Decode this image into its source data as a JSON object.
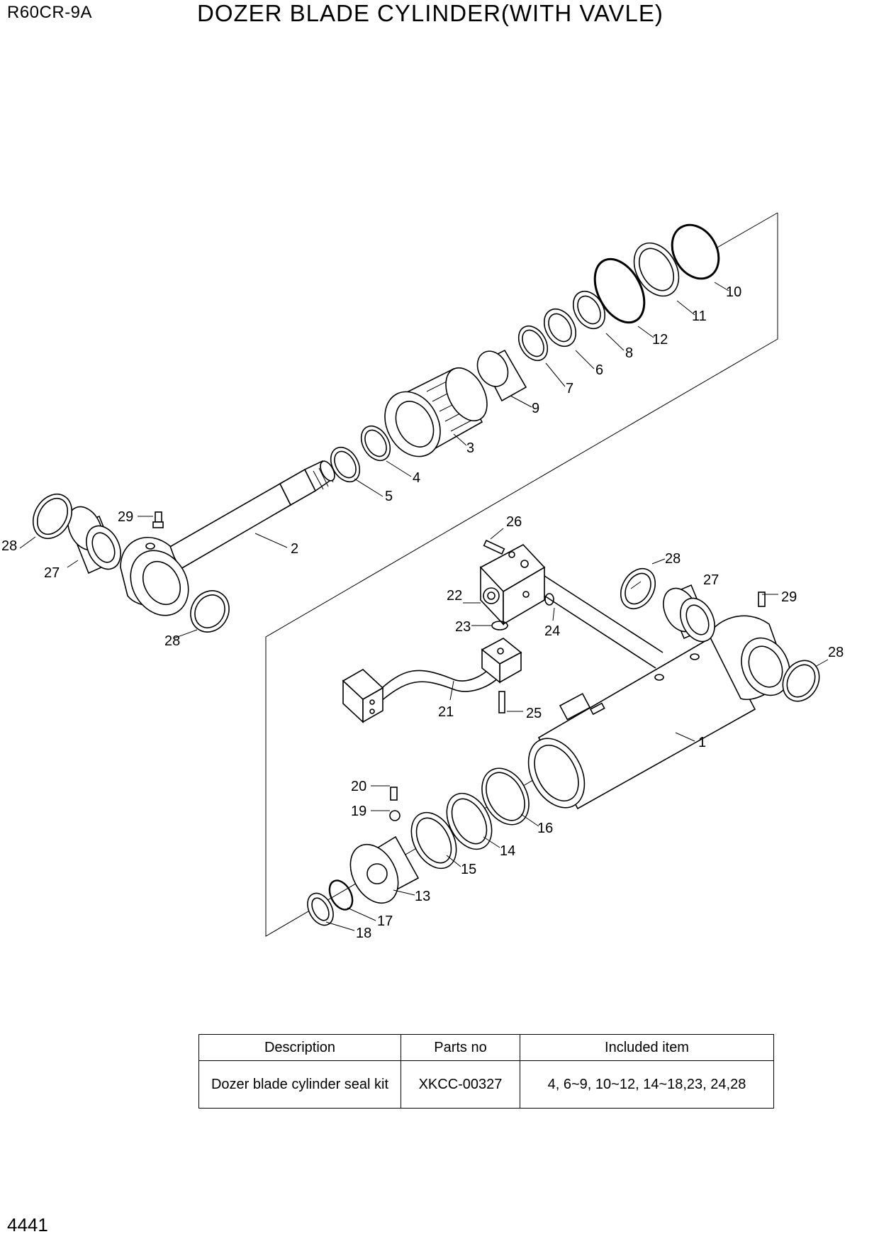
{
  "header": {
    "model": "R60CR-9A",
    "title": "DOZER BLADE CYLINDER(WITH VAVLE)"
  },
  "diagram": {
    "callouts": [
      "1",
      "2",
      "3",
      "4",
      "5",
      "6",
      "7",
      "8",
      "9",
      "10",
      "11",
      "12",
      "13",
      "14",
      "15",
      "16",
      "17",
      "18",
      "19",
      "20",
      "21",
      "22",
      "23",
      "24",
      "25",
      "26",
      "27",
      "28",
      "29"
    ]
  },
  "kit_table": {
    "headers": [
      "Description",
      "Parts no",
      "Included item"
    ],
    "rows": [
      [
        "Dozer blade cylinder seal kit",
        "XKCC-00327",
        "4, 6~9, 10~12, 14~18,23, 24,28"
      ]
    ]
  },
  "footer": {
    "page_number": "4441"
  }
}
